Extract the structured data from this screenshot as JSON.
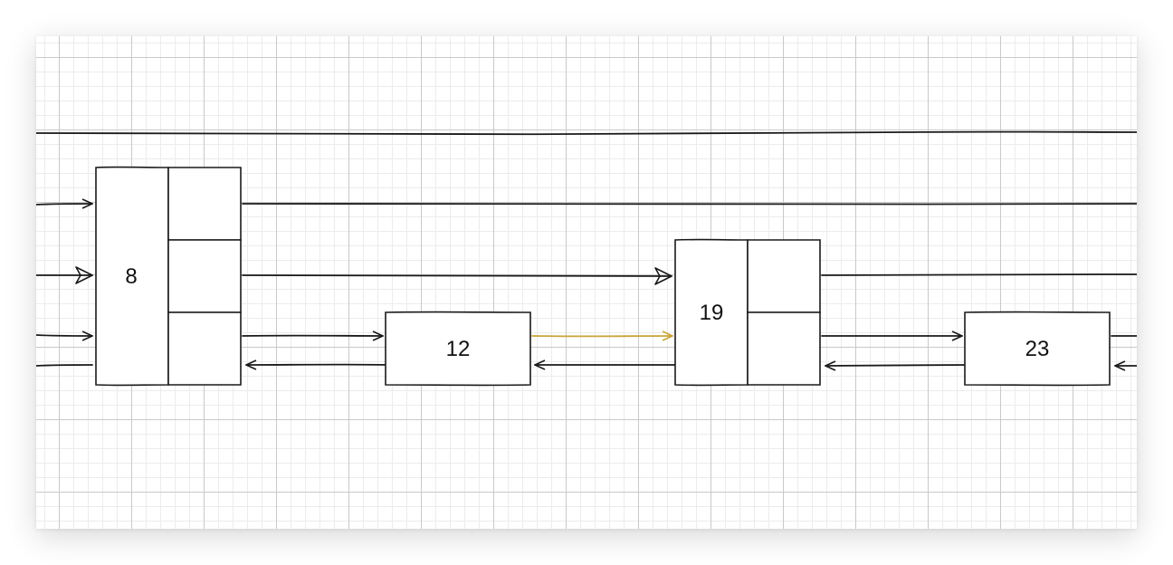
{
  "canvas": {
    "background": "#ffffff",
    "grid": "on",
    "grid_color": "#c9c9c9"
  },
  "nodes": [
    {
      "id": "n8",
      "label": "8",
      "levels": 3
    },
    {
      "id": "n12",
      "label": "12",
      "levels": 0
    },
    {
      "id": "n19",
      "label": "19",
      "levels": 2
    },
    {
      "id": "n23",
      "label": "23",
      "levels": 0
    }
  ],
  "colors": {
    "stroke": "#1a1a1a",
    "highlight": "#c9a437"
  }
}
